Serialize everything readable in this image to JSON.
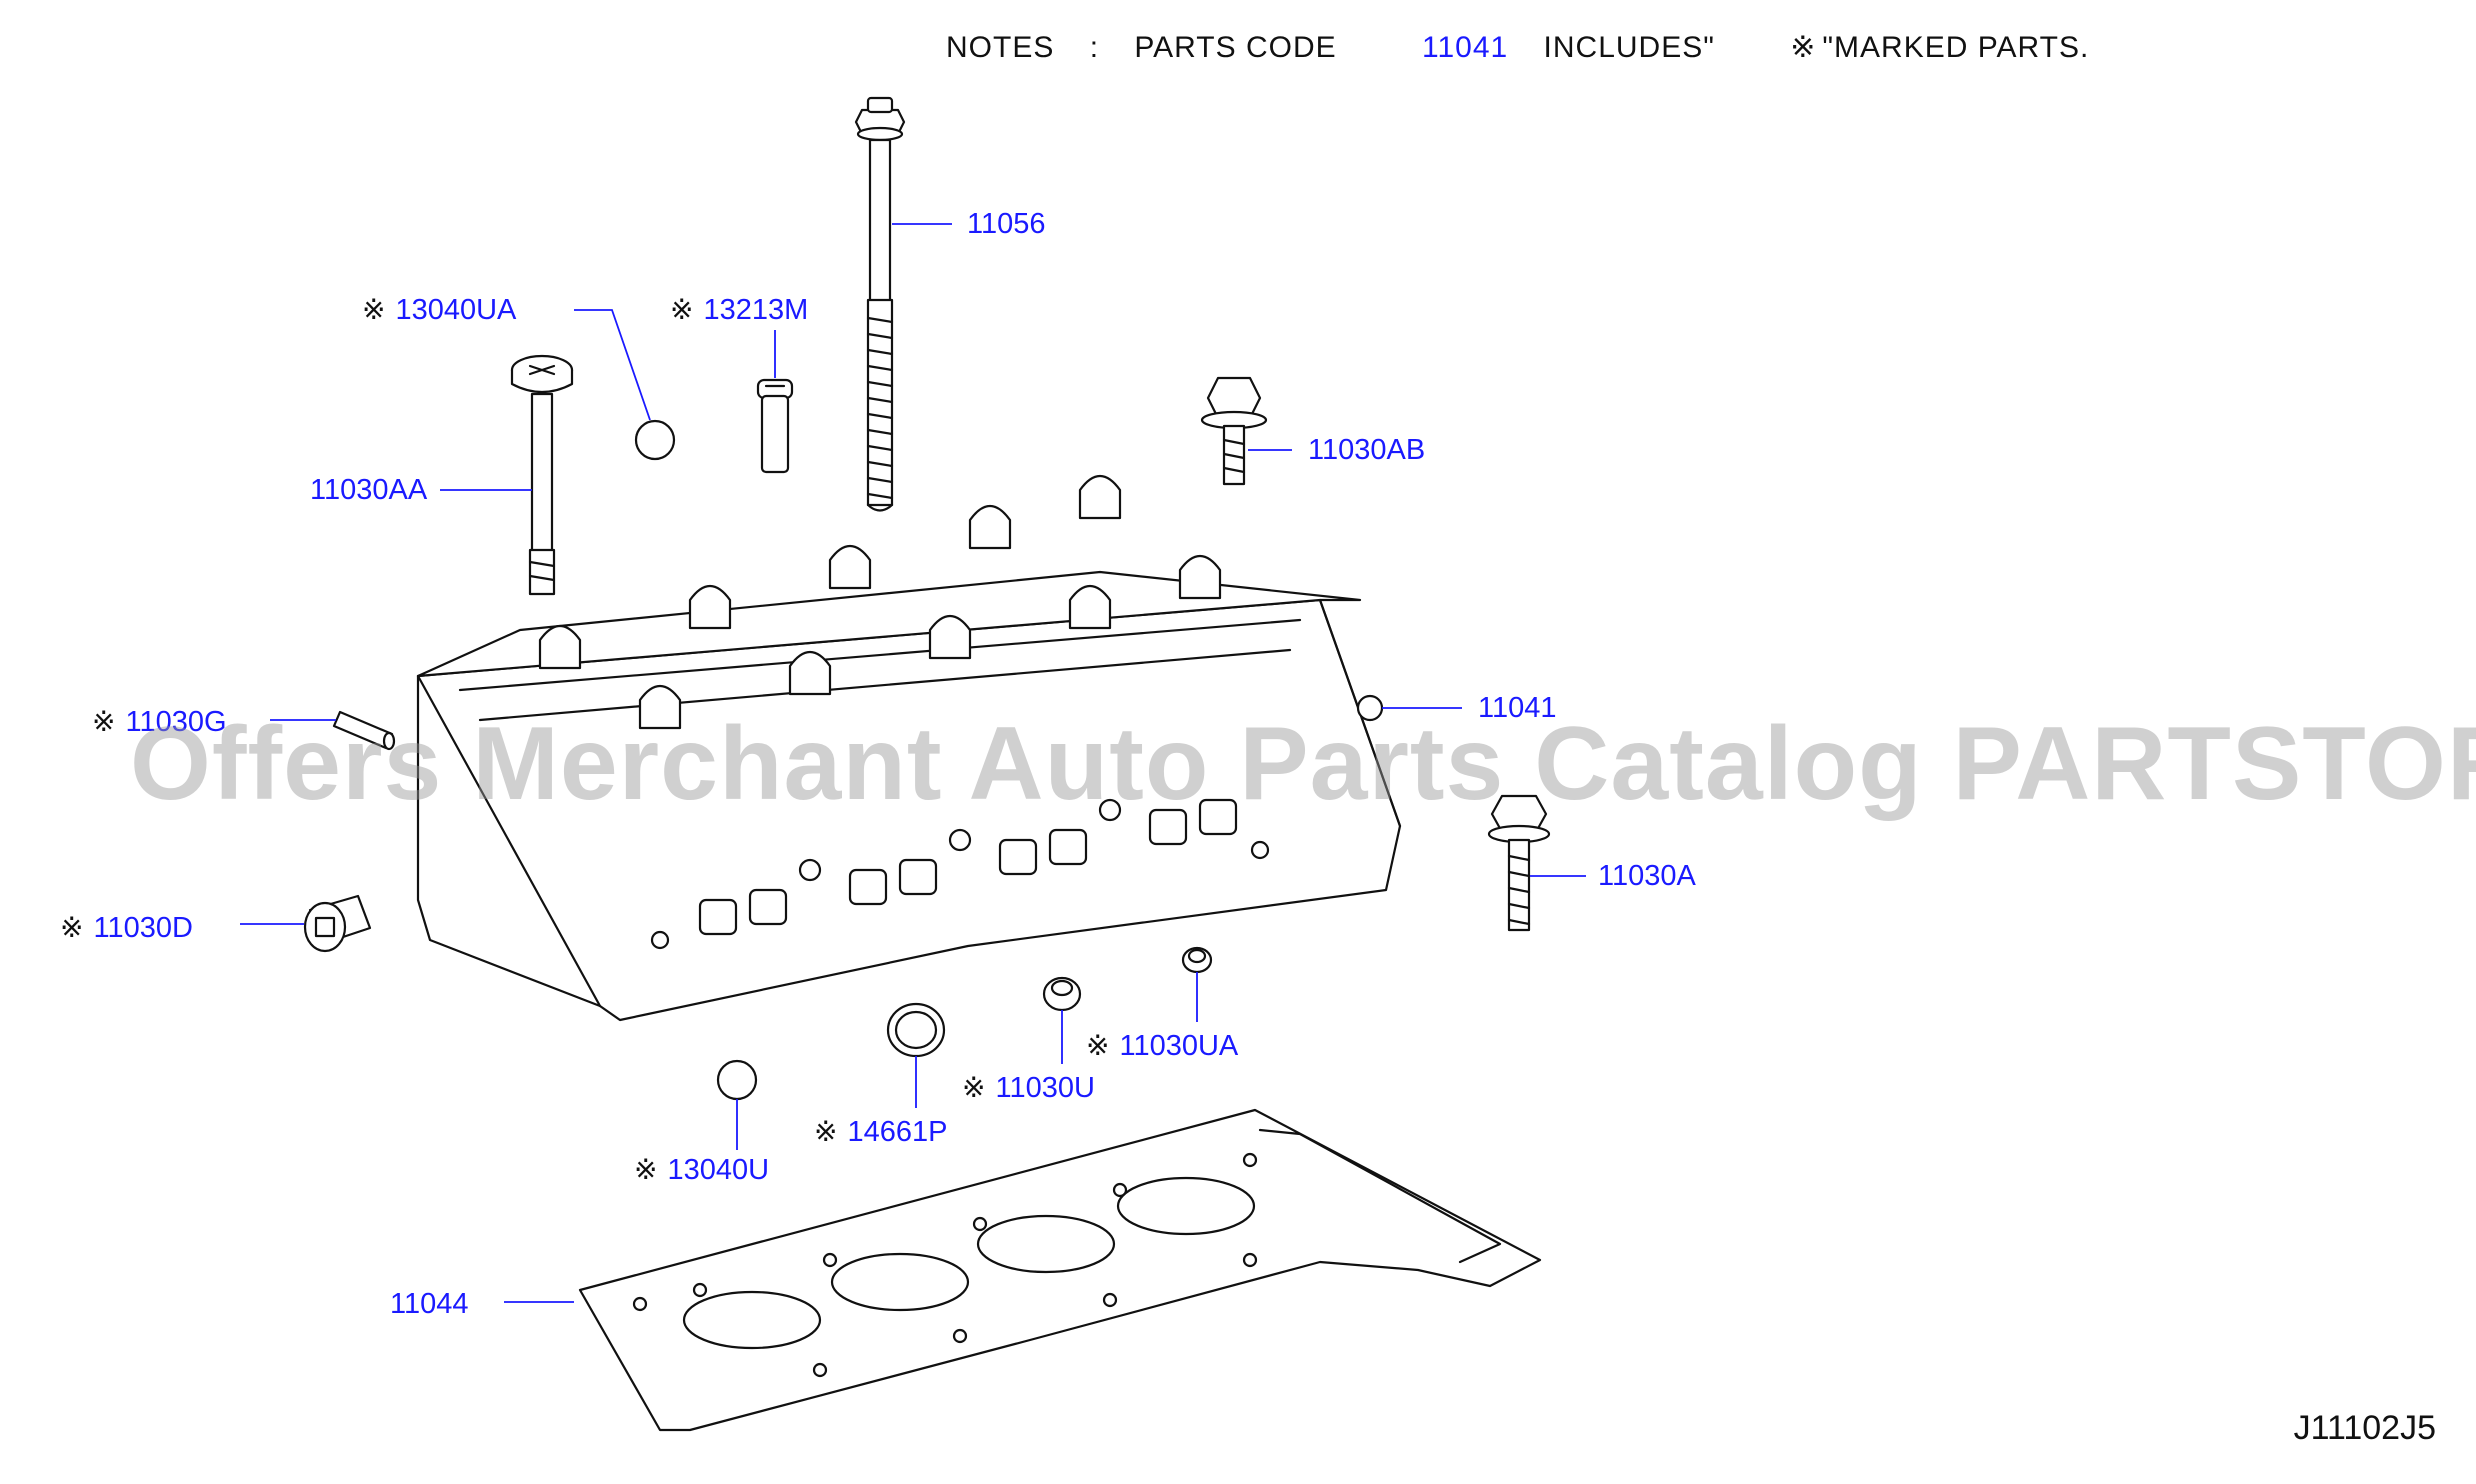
{
  "notes": {
    "prefix": "NOTES",
    "colon": ":",
    "parts_code": "PARTS CODE",
    "code": "11041",
    "includes": "INCLUDES\"",
    "mark": "※",
    "marked": "\"MARKED PARTS."
  },
  "labels": [
    {
      "id": "11056",
      "text": "11056",
      "marked": false
    },
    {
      "id": "13040UA",
      "text": "13040UA",
      "marked": true
    },
    {
      "id": "13213M",
      "text": "13213M",
      "marked": true
    },
    {
      "id": "11030AB",
      "text": "11030AB",
      "marked": false
    },
    {
      "id": "11030AA",
      "text": "11030AA",
      "marked": false
    },
    {
      "id": "11041",
      "text": "11041",
      "marked": false
    },
    {
      "id": "11030G",
      "text": "11030G",
      "marked": true
    },
    {
      "id": "11030A",
      "text": "11030A",
      "marked": false
    },
    {
      "id": "11030D",
      "text": "11030D",
      "marked": true
    },
    {
      "id": "11030UA",
      "text": "11030UA",
      "marked": true
    },
    {
      "id": "11030U",
      "text": "11030U",
      "marked": true
    },
    {
      "id": "14661P",
      "text": "14661P",
      "marked": true
    },
    {
      "id": "13040U",
      "text": "13040U",
      "marked": true
    },
    {
      "id": "11044",
      "text": "11044",
      "marked": false
    }
  ],
  "mark_symbol": "※",
  "watermark": "Offers Merchant Auto Parts Catalog PARTSTORE.SA",
  "diagram_code": "J11102J5",
  "colors": {
    "label": "#1a1aff",
    "line": "#111111",
    "leader": "#1a1aff"
  }
}
